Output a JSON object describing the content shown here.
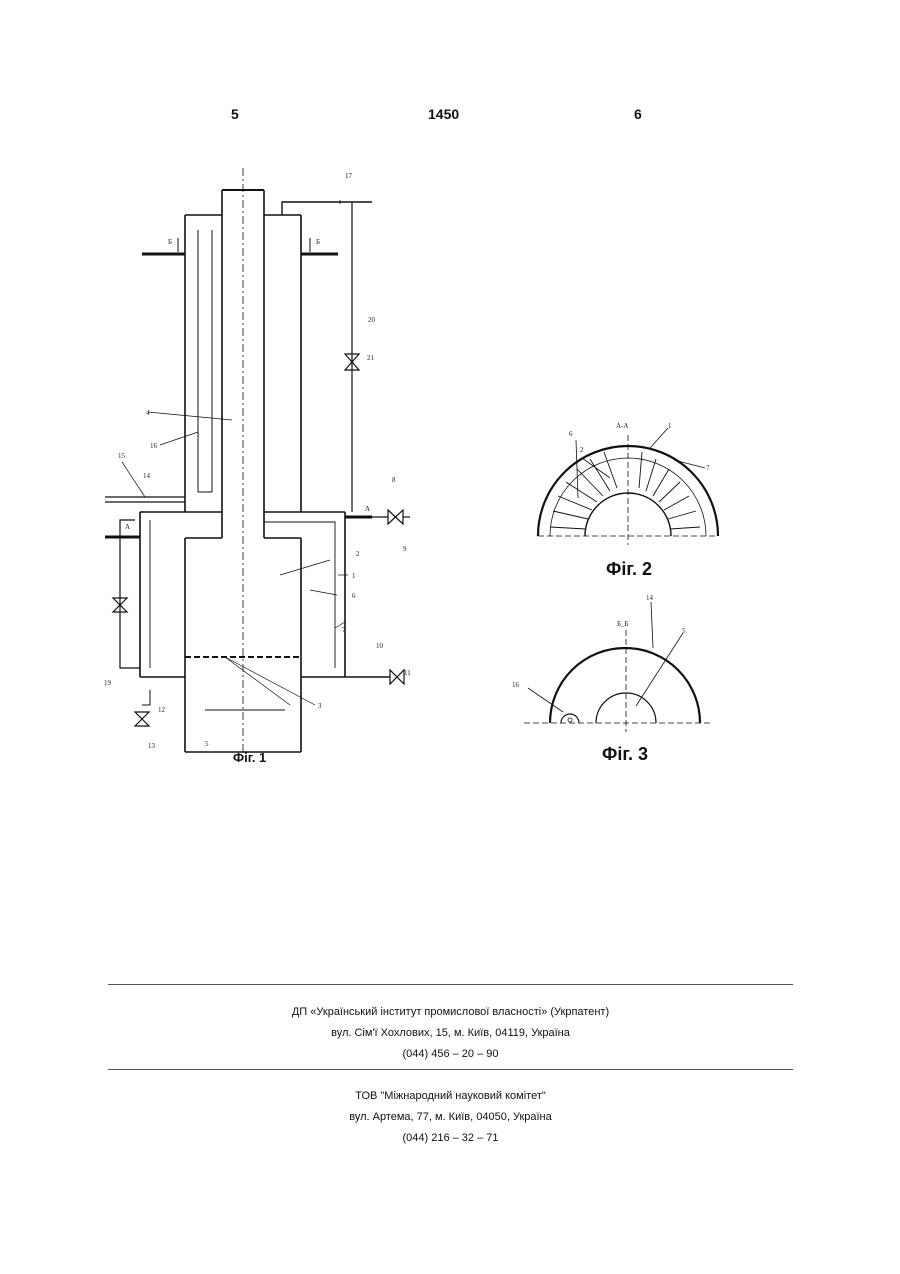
{
  "header": {
    "page_left": "5",
    "patent_number": "1450",
    "page_right": "6"
  },
  "figures": {
    "fig1": {
      "caption": "Фіг. 1",
      "labels": [
        "17",
        "Б",
        "Б",
        "20",
        "21",
        "4",
        "16",
        "15",
        "14",
        "8",
        "А",
        "А",
        "9",
        "2",
        "1",
        "6",
        "7",
        "10",
        "11",
        "19",
        "3",
        "12",
        "13",
        "5"
      ]
    },
    "fig2": {
      "caption": "Фіг. 2",
      "section": "А-А",
      "labels": [
        "6",
        "1",
        "2",
        "7"
      ]
    },
    "fig3": {
      "caption": "Фіг. 3",
      "section": "Б_Б",
      "labels": [
        "14",
        "5",
        "16"
      ]
    }
  },
  "footer": {
    "office_name": "ДП «Український інститут промислової власності» (Укрпатент)",
    "office_address": "вул. Сім'ї Хохлових, 15, м. Київ, 04119, Україна",
    "office_phone": "(044) 456 – 20 – 90",
    "publisher_name": "ТОВ \"Міжнародний науковий комітет\"",
    "publisher_address": "вул. Артема, 77, м. Київ, 04050, Україна",
    "publisher_phone": "(044) 216 – 32 – 71"
  }
}
